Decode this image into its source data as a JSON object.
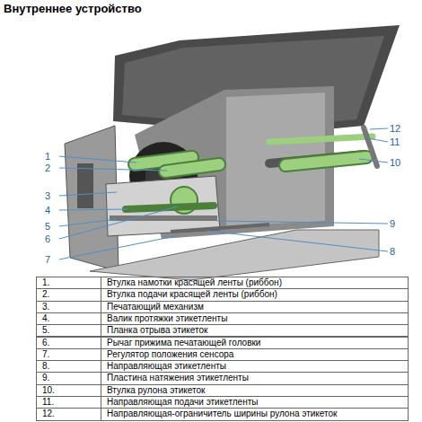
{
  "diagram": {
    "title": "Внутреннее устройство",
    "labels": [
      "1",
      "2",
      "3",
      "4",
      "5",
      "6",
      "7",
      "8",
      "9",
      "10",
      "11",
      "12",
      "1.",
      "Втулка намотки красящей ленты (риббон)",
      "2.",
      "Втулка подачи красящей ленты (риббон)",
      "3.",
      "Печатающий механизм",
      "4.",
      "Валик протяжки этикетленты",
      "5.",
      "Планка отрыва этикеток",
      "6.",
      "Рычаг прижима печатающей головки",
      "7.",
      "Регулятор положения сенсора",
      "8.",
      "Направляющая этикетленты",
      "9.",
      "Пластина натяжения этикетленты",
      "10.",
      "Втулка рулона этикеток",
      "11.",
      "Направляющая подачи этикетленты",
      "12.",
      "Направляющая-ограничитель ширины рулона этикеток"
    ]
  }
}
